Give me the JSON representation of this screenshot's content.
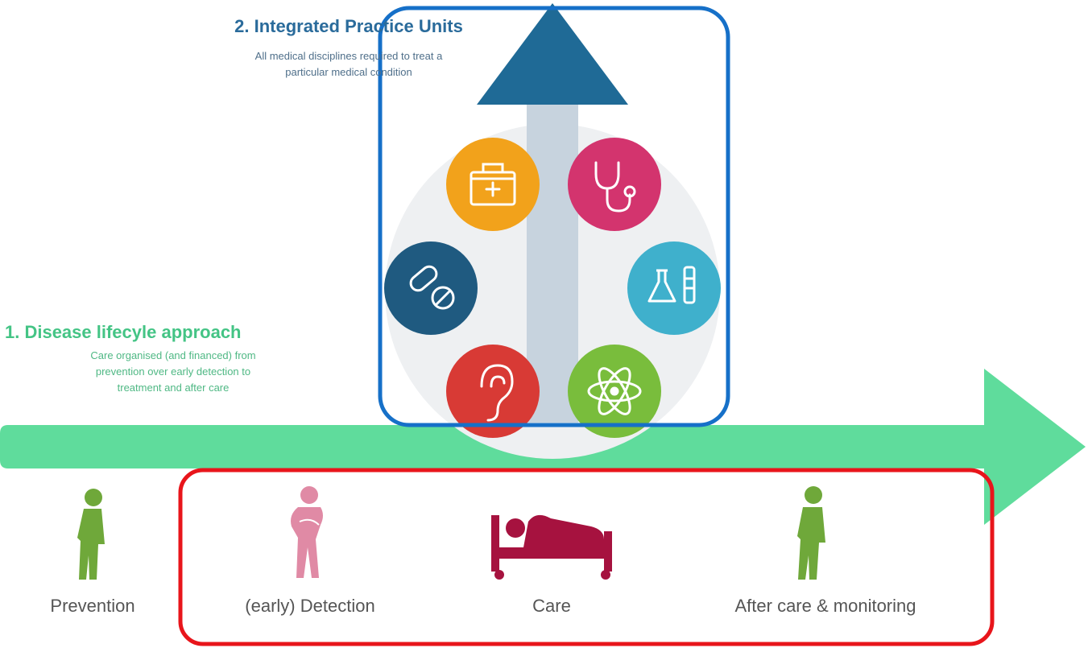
{
  "integrated_practice_units": {
    "title": "2. Integrated Practice Units",
    "subtitle_line1": "All medical disciplines required to treat a",
    "subtitle_line2": "particular medical condition"
  },
  "disease_lifecycle": {
    "title": "1. Disease lifecyle approach",
    "subtitle_line1": "Care organised (and financed) from",
    "subtitle_line2": "prevention over early detection to",
    "subtitle_line3": "treatment and after care"
  },
  "stages": [
    {
      "label": "Prevention",
      "icon": "standing-person-icon",
      "color": "#6fa83a"
    },
    {
      "label": "(early) Detection",
      "icon": "sick-person-icon",
      "color": "#e08aa5"
    },
    {
      "label": "Care",
      "icon": "hospital-bed-icon",
      "color": "#a6123f"
    },
    {
      "label": "After care & monitoring",
      "icon": "walking-person-icon",
      "color": "#6fa83a"
    }
  ],
  "disciplines": [
    {
      "icon": "first-aid-kit-icon",
      "color": "#f2a21b"
    },
    {
      "icon": "stethoscope-icon",
      "color": "#d3346e"
    },
    {
      "icon": "pills-icon",
      "color": "#1f5a80"
    },
    {
      "icon": "lab-flask-icon",
      "color": "#3fb0cc"
    },
    {
      "icon": "ear-icon",
      "color": "#d83a35"
    },
    {
      "icon": "atom-icon",
      "color": "#79bd3c"
    }
  ],
  "colors": {
    "lifecycle_arrow": "#5fdc9c",
    "vertical_arrow_head": "#1f6a96",
    "vertical_arrow_shaft": "#c7d3de",
    "highlight_blue": "#1670c8",
    "highlight_red": "#e8151b"
  }
}
